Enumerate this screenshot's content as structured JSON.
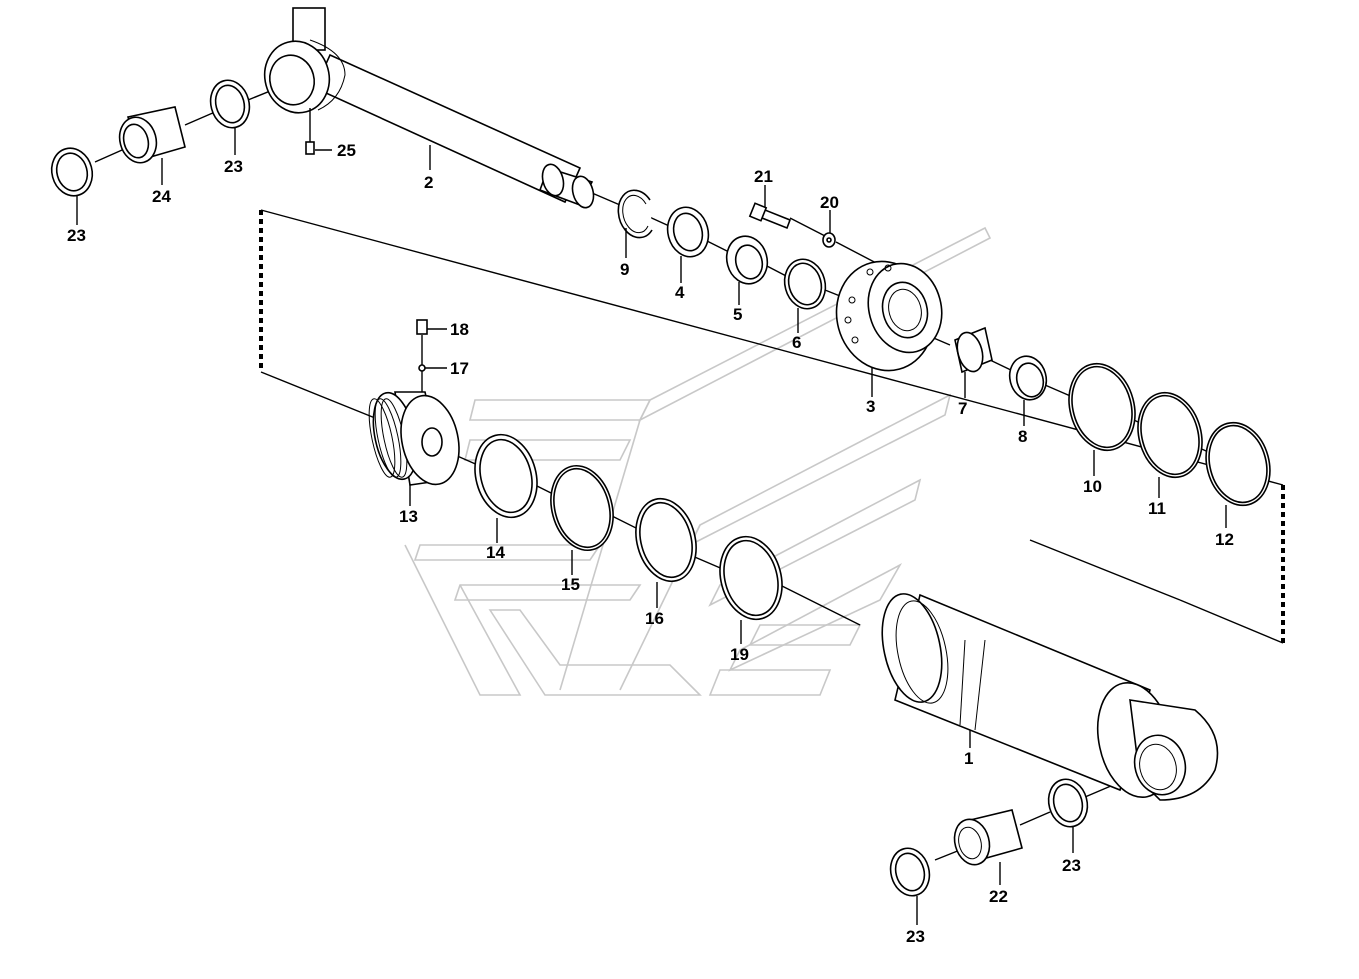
{
  "labels": {
    "p1": "1",
    "p2": "2",
    "p3": "3",
    "p4": "4",
    "p5": "5",
    "p6": "6",
    "p7": "7",
    "p8": "8",
    "p9": "9",
    "p10": "10",
    "p11": "11",
    "p12": "12",
    "p13": "13",
    "p14": "14",
    "p15": "15",
    "p16": "16",
    "p17": "17",
    "p18": "18",
    "p19": "19",
    "p20": "20",
    "p21": "21",
    "p22": "22",
    "p23a": "23",
    "p23b": "23",
    "p23c": "23",
    "p23d": "23",
    "p24": "24",
    "p25": "25"
  }
}
